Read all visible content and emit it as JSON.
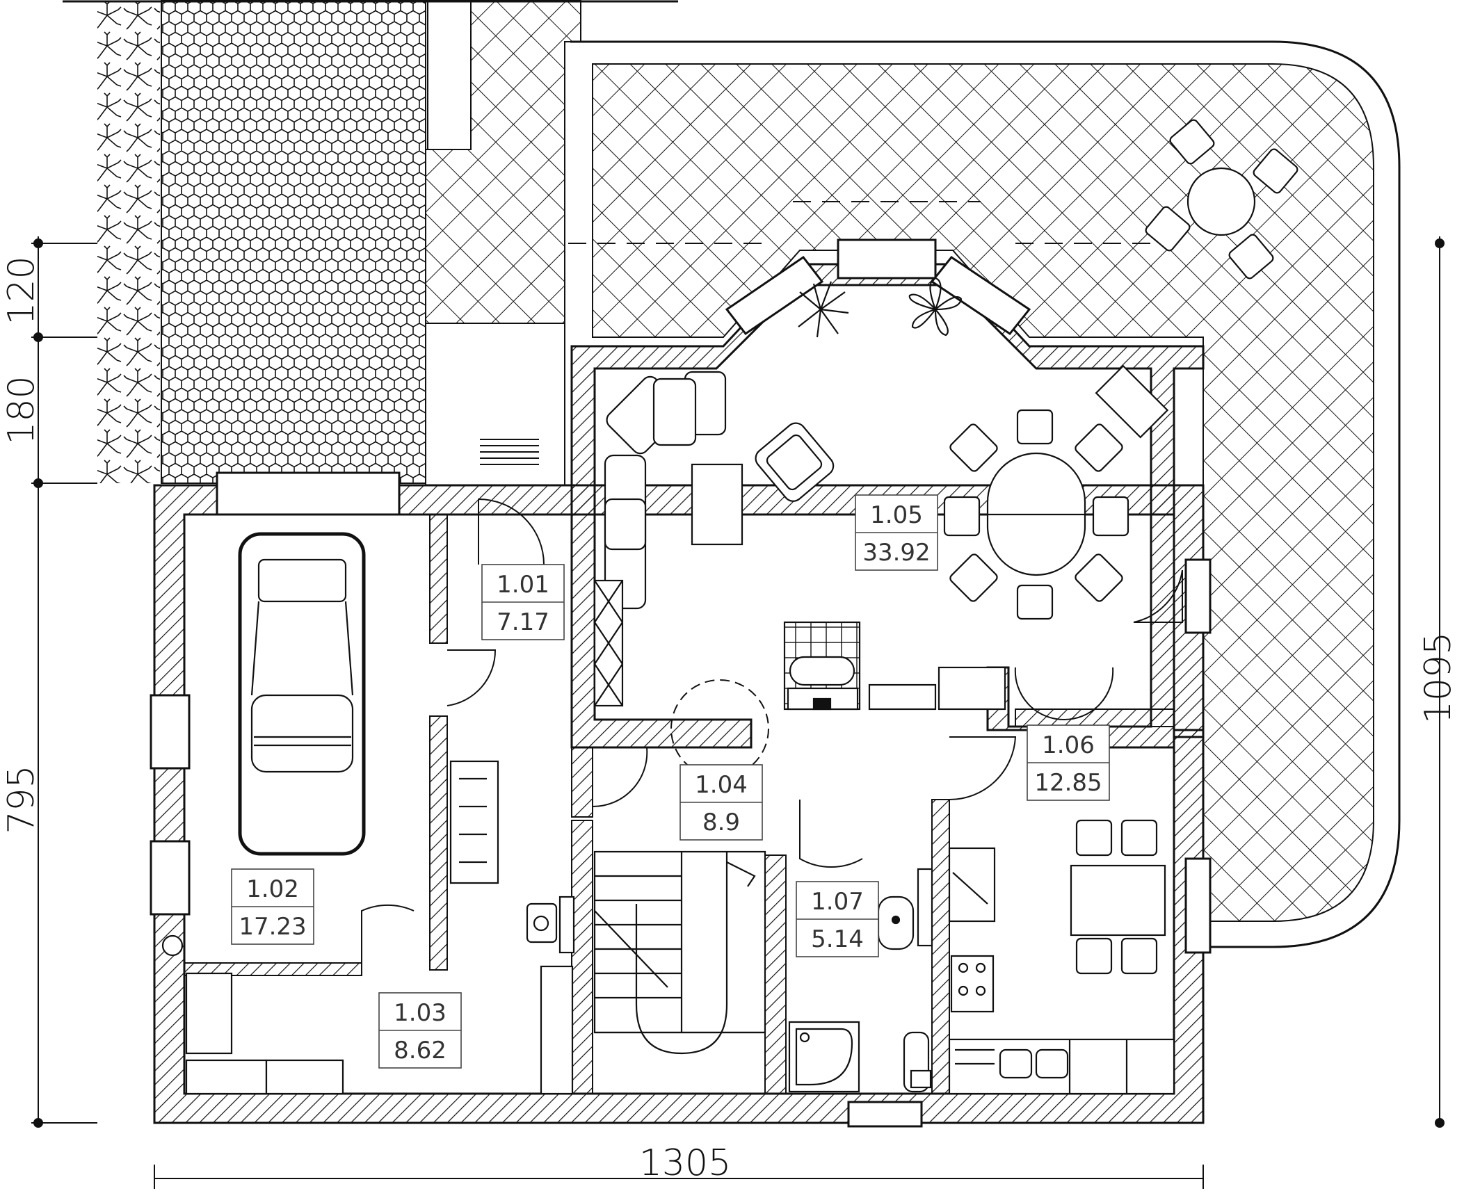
{
  "dimensions": {
    "top_left_1": "120",
    "top_left_2": "180",
    "left_main": "795",
    "right_main": "1095",
    "bottom_width": "1305"
  },
  "rooms": [
    {
      "id": "room-1-01",
      "number": "1.01",
      "area": "7.17"
    },
    {
      "id": "room-1-02",
      "number": "1.02",
      "area": "17.23"
    },
    {
      "id": "room-1-03",
      "number": "1.03",
      "area": "8.62"
    },
    {
      "id": "room-1-04",
      "number": "1.04",
      "area": "8.9"
    },
    {
      "id": "room-1-05",
      "number": "1.05",
      "area": "33.92"
    },
    {
      "id": "room-1-06",
      "number": "1.06",
      "area": "12.85"
    },
    {
      "id": "room-1-07",
      "number": "1.07",
      "area": "5.14"
    }
  ],
  "colors": {
    "line": "#111111",
    "background": "#ffffff"
  }
}
